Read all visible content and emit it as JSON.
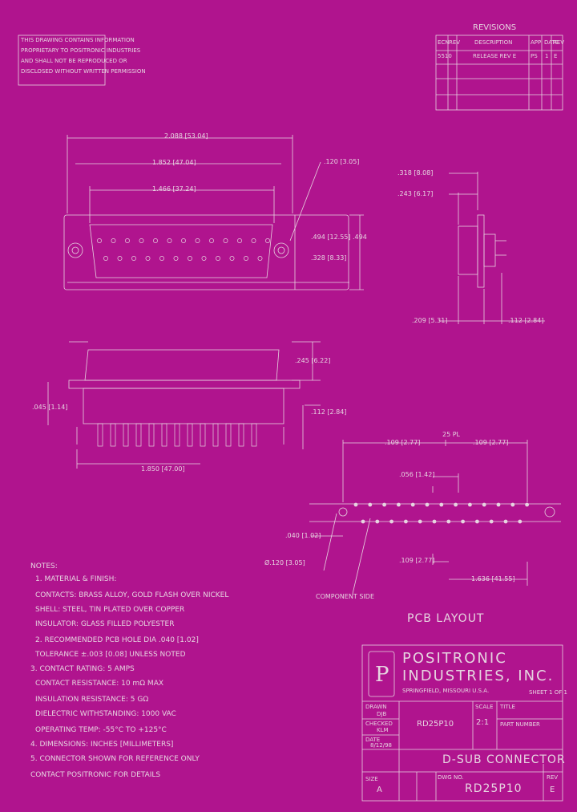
{
  "copyright_notice": [
    "THIS DRAWING CONTAINS INFORMATION",
    "PROPRIETARY TO POSITRONIC INDUSTRIES",
    "AND SHALL NOT BE REPRODUCED OR",
    "DISCLOSED WITHOUT WRITTEN PERMISSION"
  ],
  "revision_block": {
    "title": "REVISIONS",
    "headers": [
      "ECN",
      "REV",
      "DESCRIPTION",
      "APP",
      "DATE",
      "REV"
    ],
    "rows": [
      [
        "5510",
        "",
        "RELEASE REV E",
        "PS",
        "1",
        "E"
      ]
    ]
  },
  "front_view": {
    "overall_width": "2.088 [53.04]",
    "mount_spacing": "1.852 [47.04]",
    "shell_width": "1.466 [37.24]",
    "shell_height": ".494 [12.55]",
    "inner_height": ".328 [8.33]",
    "overall_height": ".494",
    "hole_dia": ".120 [3.05]"
  },
  "side_view": {
    "dim_top": ".318 [8.08]",
    "dim_bottom": ".243 [6.17]",
    "dim_left": ".209 [5.31]",
    "dim_right": ".112 [2.84]"
  },
  "elevation_view": {
    "shell_height": ".245 [6.22]",
    "flange": ".045 [1.14]",
    "tail_length": ".112 [2.84]",
    "pcb_width": "1.850 [47.00]"
  },
  "footprint": {
    "spacing": ".109 [2.77]",
    "pitch": ".109 [2.77]",
    "pin_count_label": "25 PL",
    "row_offset": ".056 [1.42]",
    "pitch_bottom": ".109 [2.77]",
    "overall_pitch": "1.636 [41.55]",
    "hole_dia": ".040 [1.02]",
    "hole_dia2": "Ø.120 [3.05]",
    "label": "PCB LAYOUT",
    "view_note": "COMPONENT SIDE"
  },
  "notes": {
    "title": "NOTES:",
    "items": [
      "1. MATERIAL & FINISH:",
      "   CONTACTS: BRASS ALLOY, GOLD FLASH OVER NICKEL",
      "   SHELL: STEEL, TIN PLATED OVER COPPER",
      "   INSULATOR: GLASS FILLED POLYESTER",
      "2. RECOMMENDED PCB HOLE DIA .040 [1.02]",
      "   TOLERANCE ±.003 [0.08] UNLESS NOTED",
      "3. CONTACT RATING: 5 AMPS",
      "   CONTACT RESISTANCE: 10 mΩ MAX",
      "   INSULATION RESISTANCE: 5 GΩ",
      "   DIELECTRIC WITHSTANDING: 1000 VAC",
      "   OPERATING TEMP: -55°C TO +125°C",
      "4. DIMENSIONS: INCHES [MILLIMETERS]",
      "5. CONNECTOR SHOWN FOR REFERENCE ONLY",
      "   CONTACT POSITRONIC FOR DETAILS"
    ]
  },
  "title_block": {
    "company_line1": "POSITRONIC",
    "company_line2": "INDUSTRIES, INC.",
    "company_sub": "SPRINGFIELD, MISSOURI U.S.A.",
    "sheet_ref": "SHEET 1 OF 1",
    "drawn_label": "DRAWN",
    "drawn_val": "DJB",
    "checked_label": "CHECKED",
    "checked_val": "KLM",
    "date_label": "DATE",
    "date_val": "8/12/98",
    "scale_label": "SCALE",
    "scale_val": "2:1",
    "title_label": "TITLE",
    "title_val": "D-SUB CONNECTOR",
    "part_number": "RD25P10",
    "part_label": "PART NUMBER",
    "size_label": "SIZE",
    "size_val": "A",
    "dwg_label": "DWG NO.",
    "dwg_val": "RD25P10",
    "rev_label": "REV",
    "rev_val": "E",
    "logo_letter": "P"
  }
}
